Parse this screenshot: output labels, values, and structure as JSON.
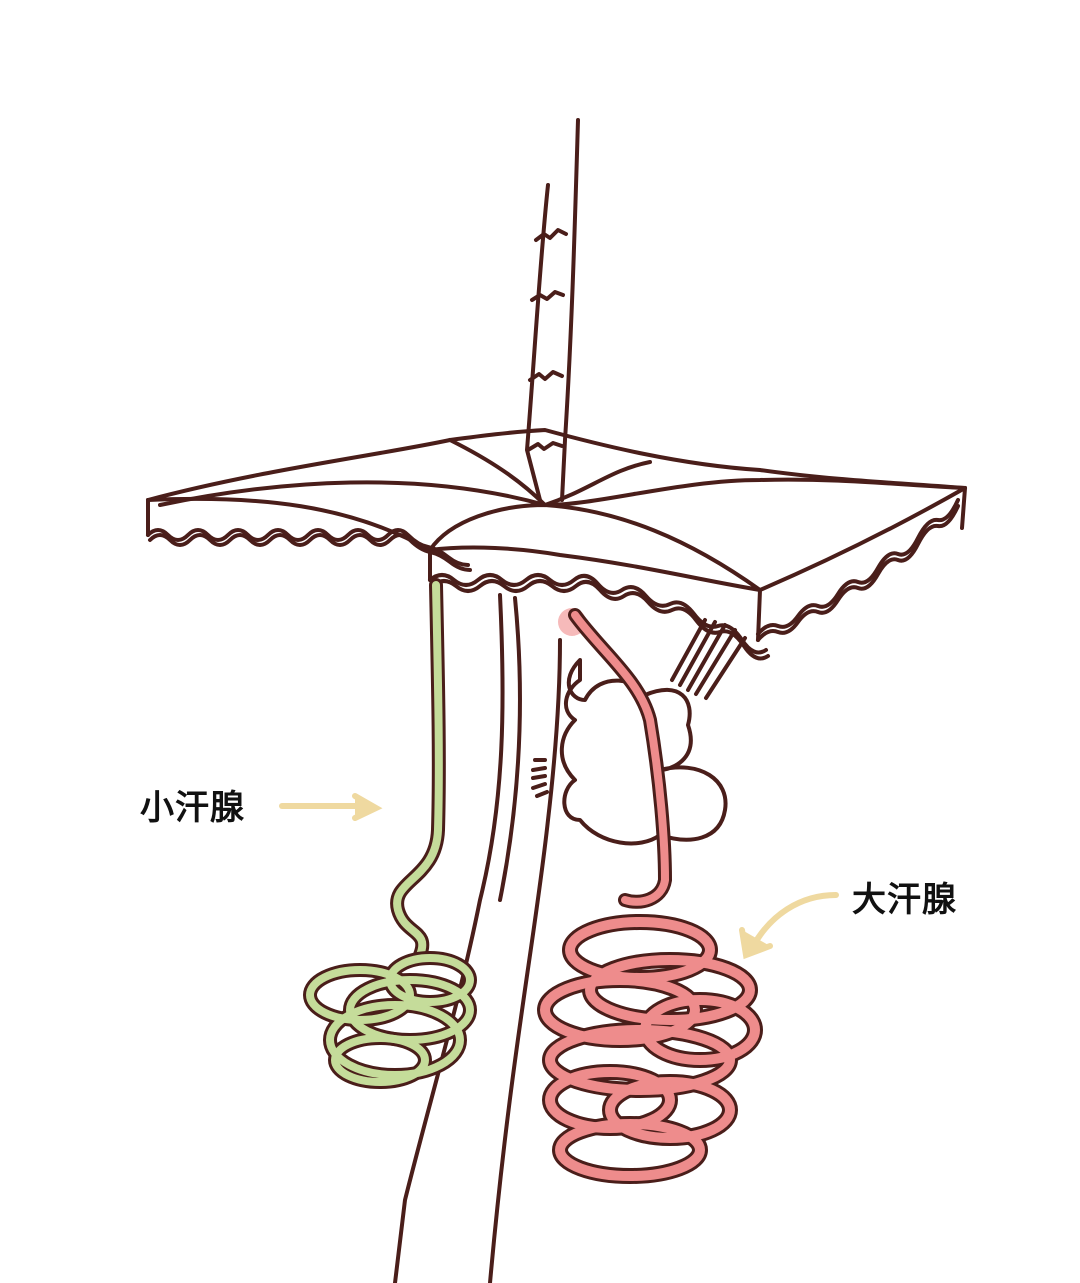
{
  "diagram": {
    "subject": "sweat glands illustration",
    "labels": {
      "eccrine": "小汗腺",
      "apocrine": "大汗腺"
    },
    "colors": {
      "outline": "#4a1e1a",
      "eccrine_gland": "#c5dc9a",
      "apocrine_gland": "#ee8c8c",
      "arrow": "#efd9a0",
      "background": "#ffffff"
    },
    "parts": [
      "hair-shaft",
      "skin-surface-block",
      "hair-follicle",
      "sebaceous-gland",
      "arrector-pili-muscle",
      "eccrine-sweat-gland",
      "apocrine-sweat-gland"
    ]
  }
}
